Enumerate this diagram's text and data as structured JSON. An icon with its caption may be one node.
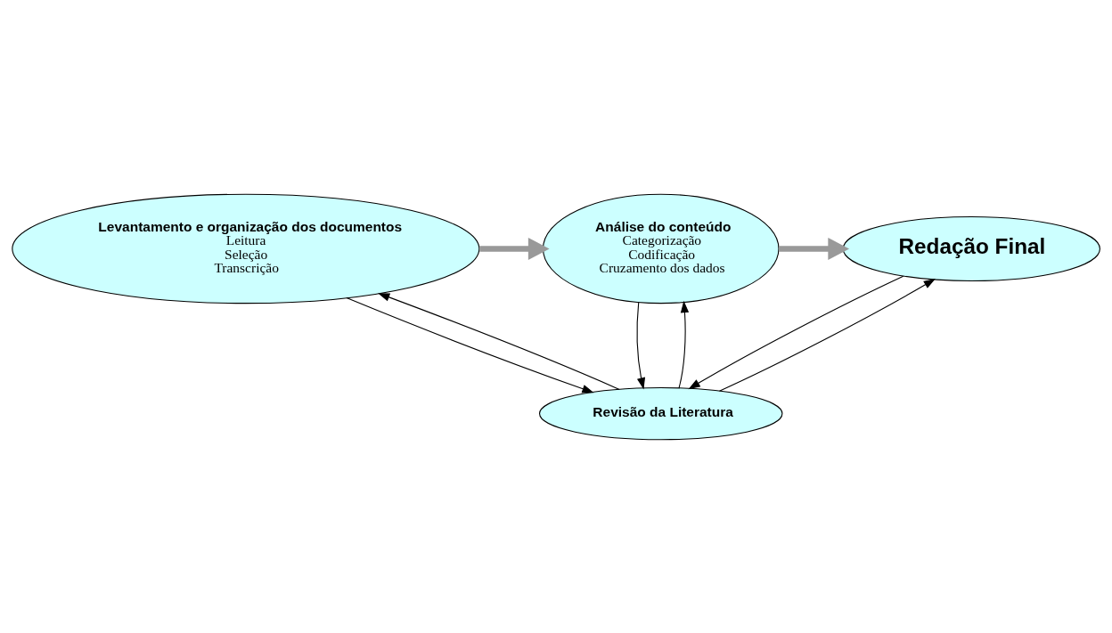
{
  "diagram": {
    "nodes": [
      {
        "text": [
          "Levantamento e organização dos documentos",
          "Leitura",
          "Seleção",
          "Transcrição"
        ]
      },
      {
        "text": [
          "Análise do conteúdo",
          "Categorização",
          "Codificação",
          "Cruzamento dos dados"
        ]
      },
      {
        "text": [
          "Redação Final"
        ]
      },
      {
        "text": [
          "Revisão da Literatura"
        ]
      }
    ],
    "edges": [
      {
        "from": 0,
        "to": 1,
        "arrow": "to",
        "style": "thick",
        "color": "#999999"
      },
      {
        "from": 1,
        "to": 2,
        "arrow": "to",
        "style": "thick",
        "color": "#999999"
      },
      {
        "from": 0,
        "to": 3,
        "arrow": "to"
      },
      {
        "from": 3,
        "to": 0,
        "arrow": "to"
      },
      {
        "from": 1,
        "to": 3,
        "arrow": "to"
      },
      {
        "from": 3,
        "to": 1,
        "arrow": "to"
      },
      {
        "from": 2,
        "to": 3,
        "arrow": "to"
      },
      {
        "from": 3,
        "to": 2,
        "arrow": "to"
      }
    ]
  }
}
